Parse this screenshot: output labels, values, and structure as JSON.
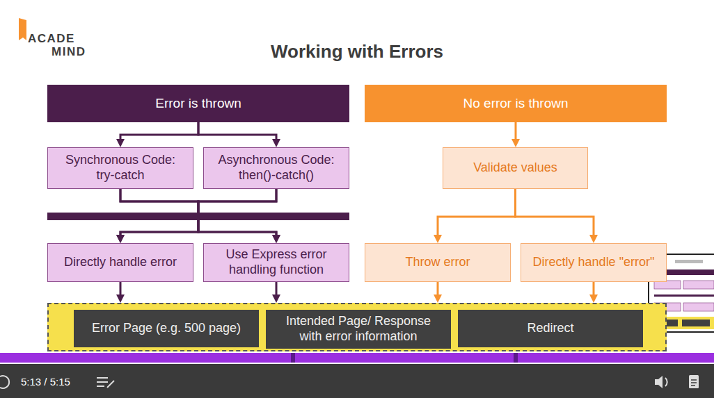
{
  "diagram": {
    "title": "Working with Errors",
    "nodes": [
      {
        "text": [
          "Error is thrown"
        ]
      },
      {
        "text": [
          "Synchronous Code: try-catch"
        ]
      },
      {
        "text": [
          "Asynchronous Code: then()-catch()"
        ]
      },
      {
        "text": [
          "Directly handle error"
        ]
      },
      {
        "text": [
          "Use Express error handling function"
        ]
      },
      {
        "text": [
          "No error is thrown"
        ]
      },
      {
        "text": [
          "Validate values"
        ]
      },
      {
        "text": [
          "Throw error"
        ]
      },
      {
        "text": [
          "Directly handle \"error\""
        ]
      },
      {
        "text": []
      },
      {
        "text": [
          "Error Page (e.g. 500 page)"
        ],
        "in": 9
      },
      {
        "text": [
          "Intended Page/ Response with error information"
        ],
        "in": 9
      },
      {
        "text": [
          "Redirect"
        ],
        "in": 9
      }
    ],
    "edges": [
      {
        "from": 0,
        "to": 1,
        "arrow": "to"
      },
      {
        "from": 0,
        "to": 2,
        "arrow": "to"
      },
      {
        "from": 1,
        "to": 3,
        "arrow": "to"
      },
      {
        "from": 1,
        "to": 4,
        "arrow": "to"
      },
      {
        "from": 2,
        "to": 3,
        "arrow": "to"
      },
      {
        "from": 2,
        "to": 4,
        "arrow": "to"
      },
      {
        "from": 5,
        "to": 6,
        "arrow": "to"
      },
      {
        "from": 6,
        "to": 7,
        "arrow": "to"
      },
      {
        "from": 6,
        "to": 8,
        "arrow": "to"
      },
      {
        "from": 3,
        "to": 9,
        "arrow": "to"
      },
      {
        "from": 4,
        "to": 9,
        "arrow": "to"
      },
      {
        "from": 7,
        "to": 9,
        "arrow": "to"
      },
      {
        "from": 8,
        "to": 9,
        "arrow": "to"
      }
    ],
    "labels": [
      "ACADE",
      "MIND",
      "5:13 / 5:15"
    ]
  }
}
